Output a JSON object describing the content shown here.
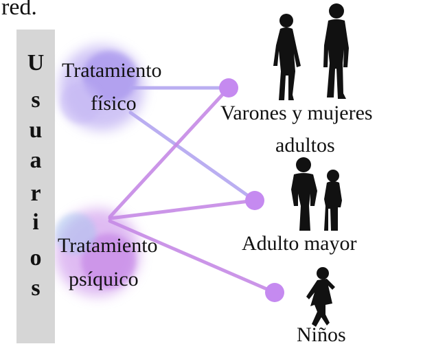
{
  "top_fragment": "red.",
  "sidebar": {
    "title_letters": [
      "U",
      "s",
      "u",
      "a",
      "r",
      "i",
      "o",
      "s"
    ]
  },
  "sources": [
    {
      "id": "fisico",
      "label_lines": [
        "Tratamiento",
        "físico"
      ]
    },
    {
      "id": "psiquico",
      "label_lines": [
        "Tratamiento",
        "psíquico"
      ]
    }
  ],
  "targets": [
    {
      "id": "adultos",
      "label_lines": [
        "Varones y mujeres",
        "adultos"
      ],
      "icon": "adult-man-woman-silhouette-icon"
    },
    {
      "id": "mayor",
      "label_lines": [
        "Adulto mayor"
      ],
      "icon": "elderly-couple-silhouette-icon"
    },
    {
      "id": "ninos",
      "label_lines": [
        "Niños"
      ],
      "icon": "child-running-silhouette-icon"
    }
  ],
  "connections": [
    {
      "from": "fisico",
      "to": "adultos"
    },
    {
      "from": "fisico",
      "to": "mayor"
    },
    {
      "from": "psiquico",
      "to": "adultos"
    },
    {
      "from": "psiquico",
      "to": "mayor"
    },
    {
      "from": "psiquico",
      "to": "ninos"
    }
  ],
  "colors": {
    "sidebar": "#d6d6d6",
    "node": "#c58af0",
    "line_fisico": "#b3a6f0",
    "line_psiquico": "#c68ae6",
    "cloud_fisico": "#a994ee",
    "cloud_psiquico": "#c07ae6",
    "text": "#111111"
  }
}
